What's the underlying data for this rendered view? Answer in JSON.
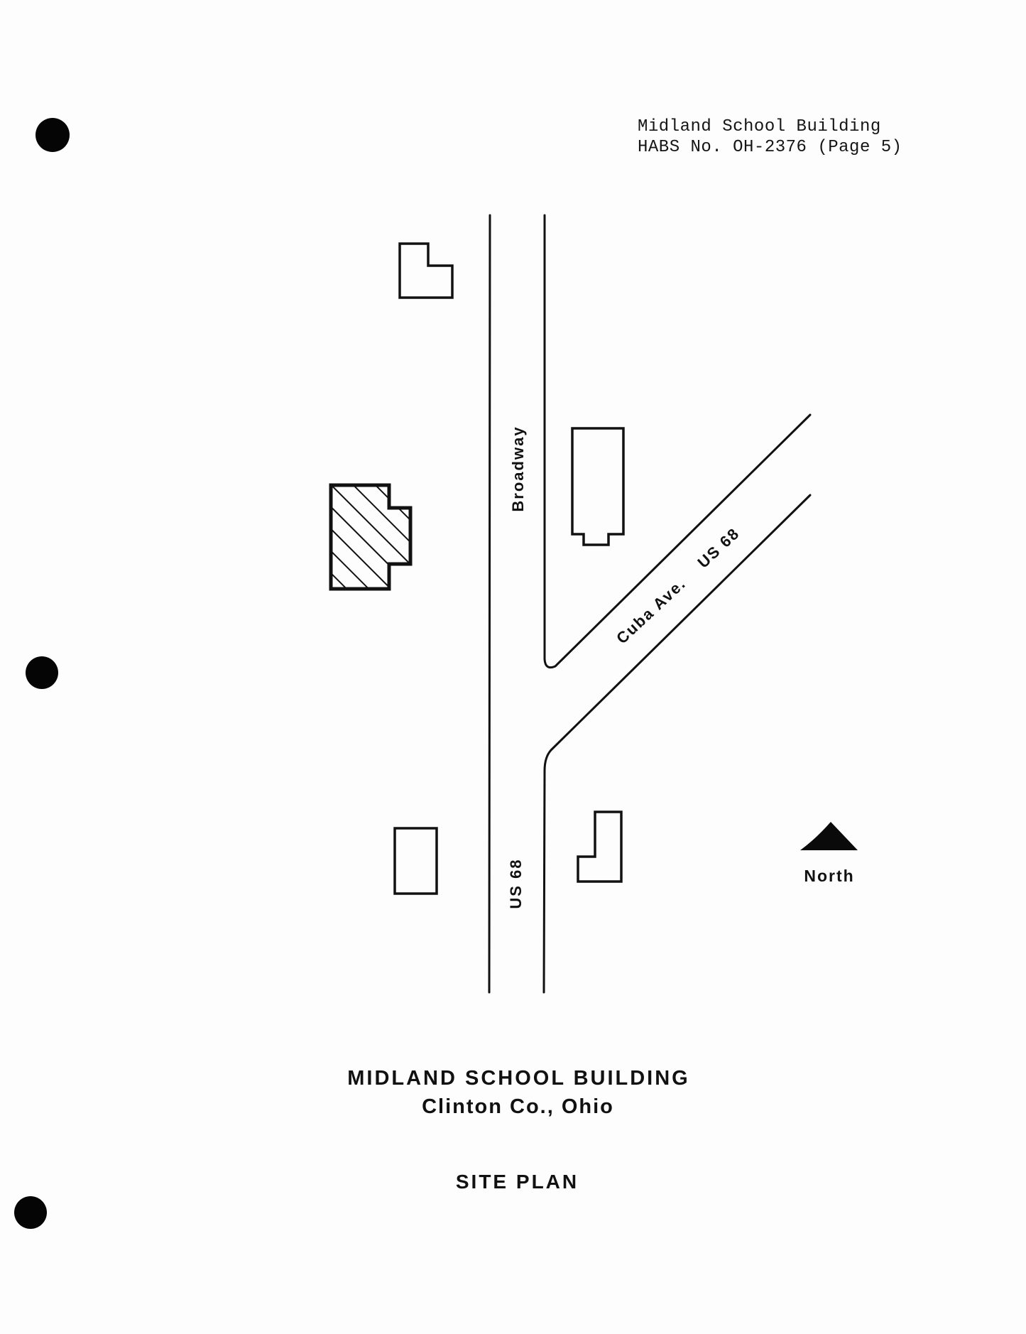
{
  "header": {
    "line1": "Midland School Building",
    "line2": "HABS No. OH-2376 (Page 5)"
  },
  "map": {
    "street_labels": {
      "north_south_upper": "Broadway",
      "north_south_lower": "US 68",
      "diagonal": "Cuba Ave.    US 68"
    },
    "north_arrow_label": "North",
    "colors": {
      "ink": "#111111",
      "paper": "#fdfdfd"
    },
    "buildings": [
      {
        "id": "upper-left-l-building",
        "hatched": false
      },
      {
        "id": "midland-school-building",
        "hatched": true
      },
      {
        "id": "right-rectangular-building",
        "hatched": false
      },
      {
        "id": "lower-left-rectangle-building",
        "hatched": false
      },
      {
        "id": "lower-right-l-building",
        "hatched": false
      }
    ]
  },
  "footer": {
    "title": "MIDLAND SCHOOL BUILDING",
    "location": "Clinton Co., Ohio",
    "drawing_type": "SITE PLAN"
  }
}
